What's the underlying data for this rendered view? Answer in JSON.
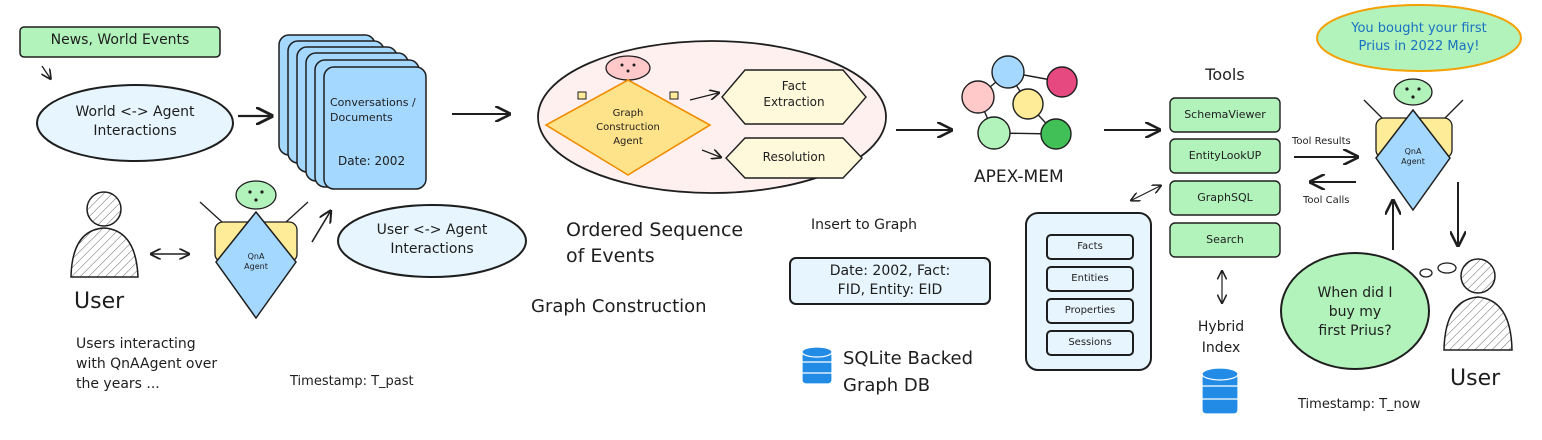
{
  "left": {
    "news_label": "News, World Events",
    "world_interactions": "World <-> Agent\nInteractions",
    "conversations": "Conversations /\nDocuments",
    "date": "Date: 2002",
    "user_interactions": "User <-> Agent\nInteractions",
    "qna_agent": "QnA\nAgent",
    "user_label": "User",
    "users_caption": "Users interacting\nwith QnAAgent over\nthe years ...",
    "timestamp": "Timestamp: T_past"
  },
  "construction": {
    "agent_label": "Graph\nConstruction\nAgent",
    "fact_extraction": "Fact\nExtraction",
    "resolution": "Resolution",
    "ordered_sequence": "Ordered Sequence\nof Events",
    "graph_construction": "Graph Construction"
  },
  "memory": {
    "apex_mem": "APEX-MEM",
    "insert_to_graph": "Insert to Graph",
    "insert_box": "Date: 2002, Fact:\nFID, Entity: EID",
    "sqlite": "SQLite Backed\nGraph DB",
    "db_tables": [
      "Facts",
      "Entities",
      "Properties",
      "Sessions"
    ]
  },
  "tools": {
    "title": "Tools",
    "items": [
      "SchemaViewer",
      "EntityLookUP",
      "GraphSQL",
      "Search"
    ],
    "hybrid_index": "Hybrid\nIndex",
    "tool_results": "Tool Results",
    "tool_calls": "Tool Calls"
  },
  "right": {
    "answer_bubble": "You bought your first\nPrius in 2022 May!",
    "qna_agent": "QnA\nAgent",
    "question_bubble": "When did I\nbuy my\nfirst Prius?",
    "user_label": "User",
    "timestamp": "Timestamp: T_now"
  },
  "colors": {
    "green_fill": "#b2f2bb",
    "blue_fill": "#a5d8ff",
    "light_blue_fill": "#e7f5ff",
    "yellow_fill": "#ffec99",
    "cream_fill": "#fff9db",
    "pink_fill": "#ffc9c9",
    "light_pink_fill": "#fff0f0",
    "dark_green": "#40c057",
    "magenta": "#e64980",
    "answer_text": "#1971c2",
    "answer_stroke": "#f59f00",
    "stroke": "#1e1e1e"
  }
}
